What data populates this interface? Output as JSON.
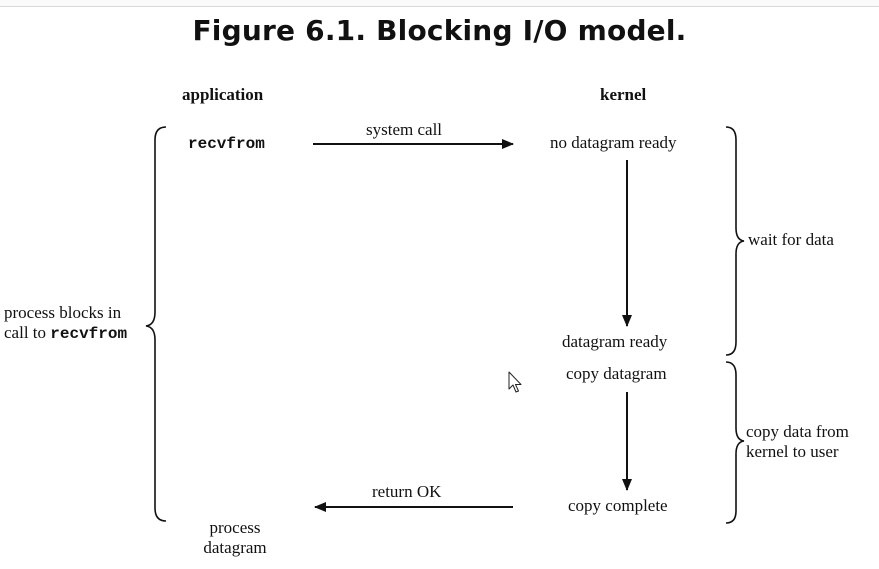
{
  "figure": {
    "title": "Figure 6.1. Blocking I/O model."
  },
  "columns": {
    "application": "application",
    "kernel": "kernel"
  },
  "application": {
    "call": "recvfrom",
    "process_line1": "process",
    "process_line2": "datagram"
  },
  "messages": {
    "system_call": "system call",
    "return_ok": "return OK"
  },
  "kernel": {
    "no_datagram_ready": "no datagram ready",
    "datagram_ready": "datagram ready",
    "copy_datagram": "copy datagram",
    "copy_complete": "copy complete"
  },
  "left_brace": {
    "line1": "process blocks in",
    "line2_prefix": "call to ",
    "line2_code": "recvfrom"
  },
  "phases": {
    "wait": "wait for data",
    "copy_line1": "copy data from",
    "copy_line2": "kernel to user"
  },
  "icons": {
    "cursor": "mouse-pointer-icon"
  },
  "colors": {
    "ink": "#111111",
    "background": "#ffffff"
  }
}
